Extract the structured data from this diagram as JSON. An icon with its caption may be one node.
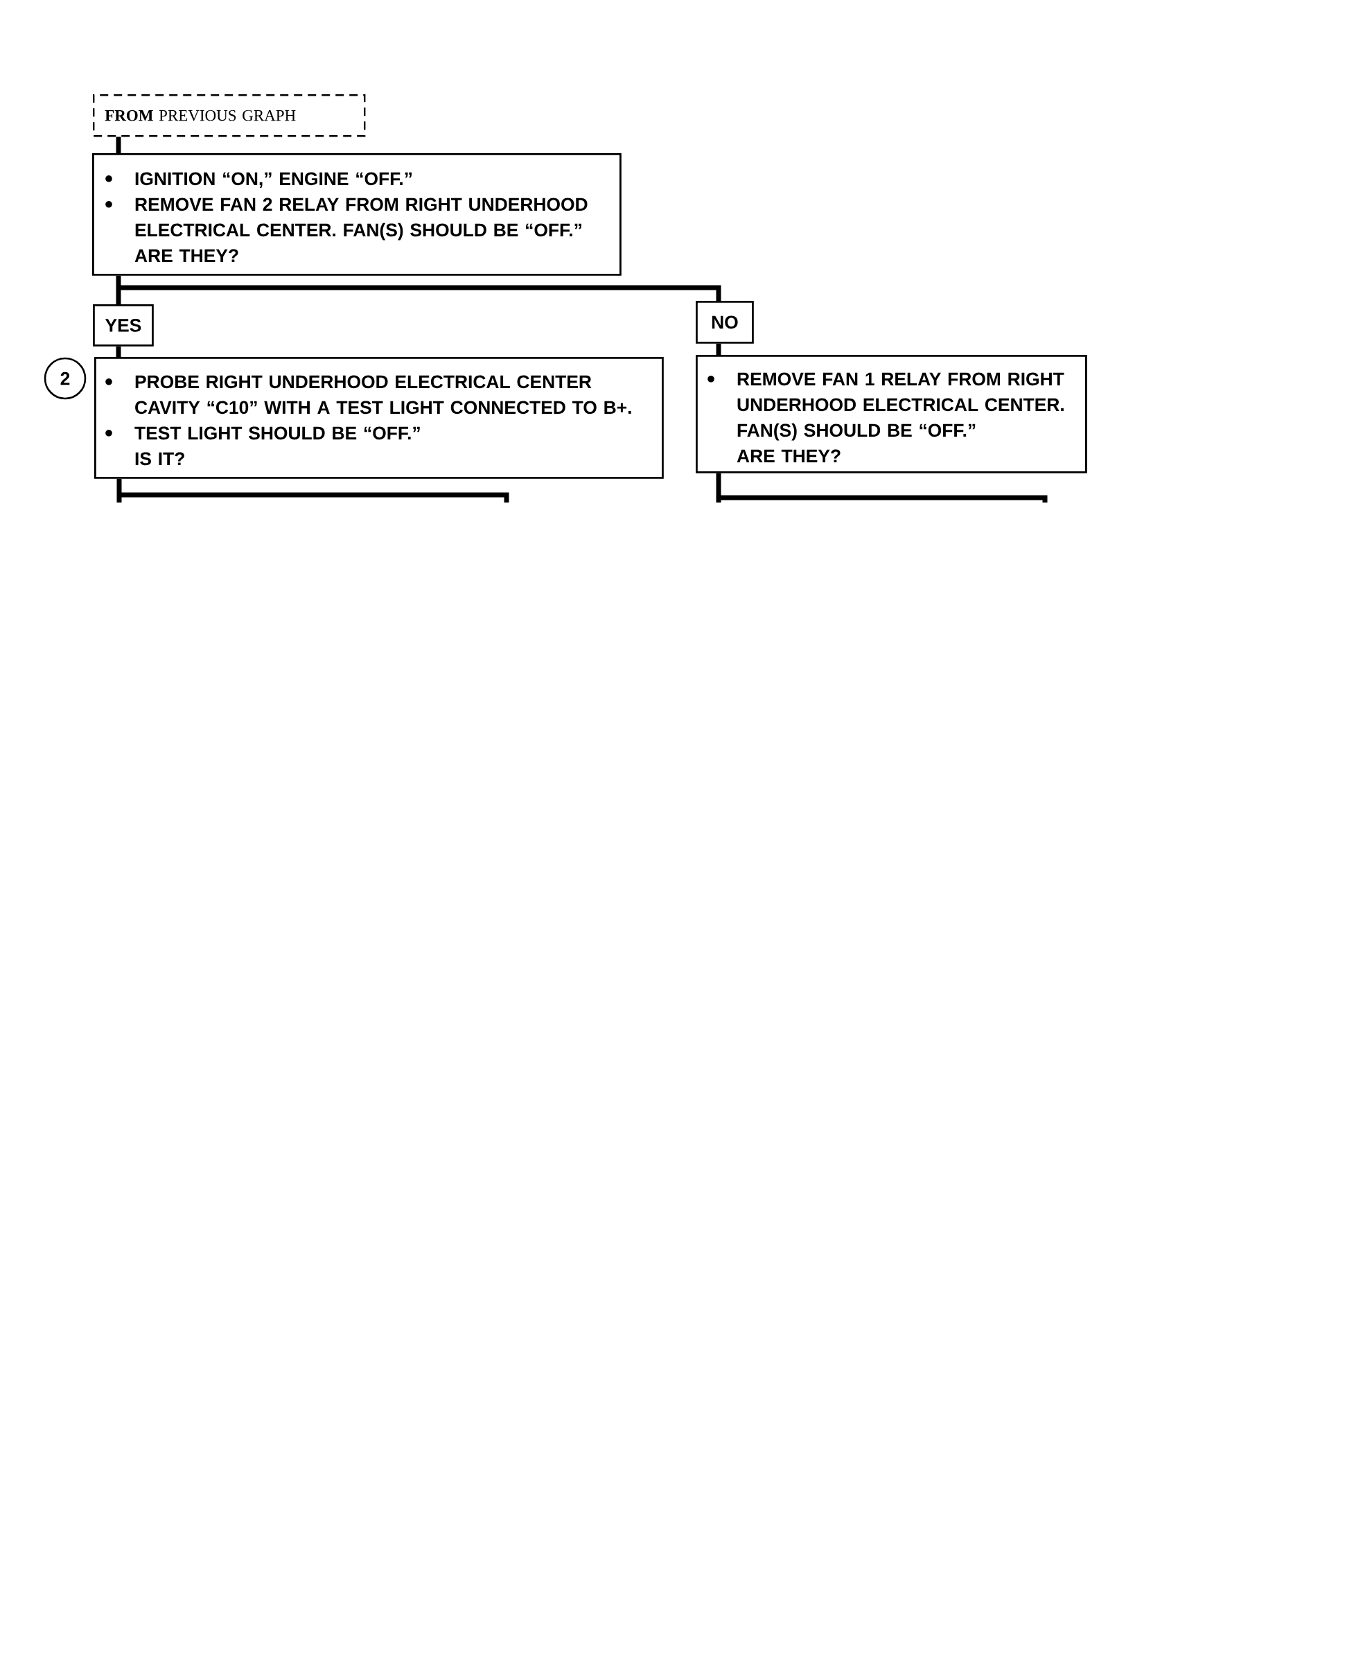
{
  "diagram": {
    "nodes": [
      {
        "text": [
          "**FROM** PREVIOUS GRAPH"
        ]
      },
      {
        "text": [
          "IGNITION “ON,” ENGINE “OFF.”",
          "REMOVE FAN 2 RELAY FROM RIGHT UNDERHOOD ELECTRICAL CENTER. FAN(S) SHOULD BE “OFF.”",
          "ARE THEY?"
        ]
      },
      {
        "text": [
          "YES"
        ]
      },
      {
        "text": [
          "NO"
        ]
      },
      {
        "text": [
          "PROBE RIGHT UNDERHOOD ELECTRICAL CENTER CAVITY “C10” WITH A TEST LIGHT CONNECTED TO B+.",
          "TEST LIGHT SHOULD BE “OFF.”",
          "IS IT?"
        ],
        "beside": [
          "2"
        ]
      },
      {
        "text": [
          "REMOVE FAN 1 RELAY FROM RIGHT UNDERHOOD ELECTRICAL CENTER. FAN(S) SHOULD BE “OFF.”",
          "ARE THEY?"
        ]
      }
    ],
    "edges": [
      {
        "from": 0,
        "to": 1,
        "arrow": "none"
      },
      {
        "from": 1,
        "to": 2,
        "arrow": "none"
      },
      {
        "from": 1,
        "to": 3,
        "arrow": "none"
      },
      {
        "from": 2,
        "to": 4,
        "arrow": "none"
      },
      {
        "from": 3,
        "to": 5,
        "arrow": "none"
      },
      {
        "from": 4,
        "to": null,
        "arrow": "none"
      },
      {
        "from": 5,
        "to": null,
        "arrow": "none"
      }
    ]
  }
}
